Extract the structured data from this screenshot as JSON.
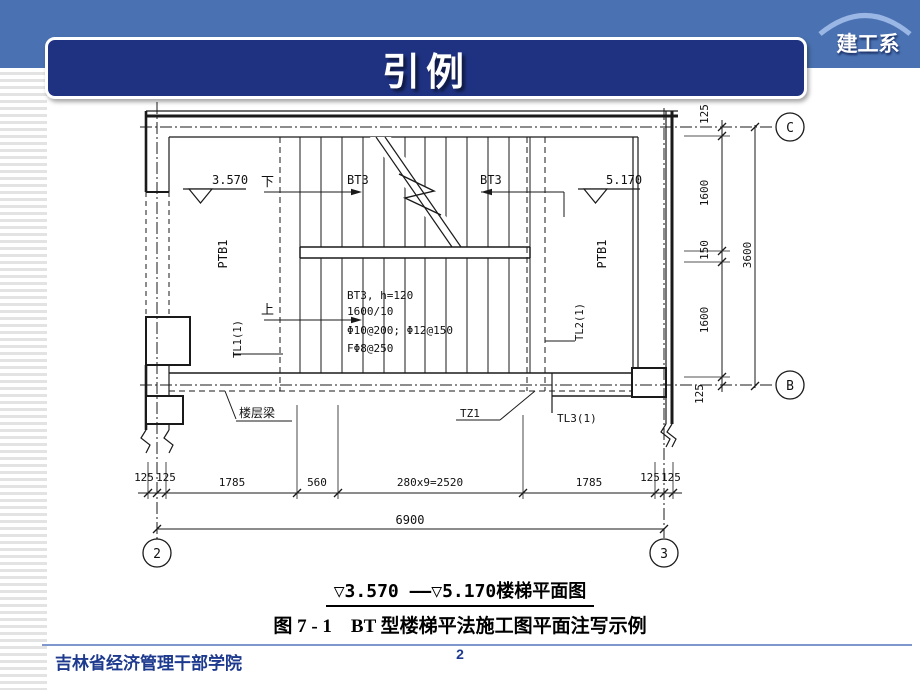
{
  "header": {
    "title": "引例",
    "department": "建工系"
  },
  "drawing": {
    "elevation_left": "3.570",
    "elevation_right": "5.170",
    "direction_down": "下",
    "direction_up": "上",
    "flight_label_left": "BT3",
    "flight_label_right": "BT3",
    "platform_left": "PTB1",
    "platform_right": "PTB1",
    "beam_tl1": "TL1(1)",
    "beam_tl2": "TL2(1)",
    "beam_tl3": "TL3(1)",
    "column": "TZ1",
    "floor_beam": "楼层梁",
    "notes": [
      "BT3, h=120",
      "1600/10",
      "Φ10@200; Φ12@150",
      "FΦ8@250"
    ],
    "grid_labels": {
      "c": "C",
      "b": "B",
      "g2": "2",
      "g3": "3"
    },
    "dims_right": [
      "125",
      "1600",
      "150",
      "1600",
      "125"
    ],
    "dim_right_total": "3600",
    "dims_bottom": [
      "125",
      "125",
      "1785",
      "560",
      "280x9=2520",
      "1785",
      "125",
      "125"
    ],
    "dim_bottom_total": "6900"
  },
  "caption": {
    "line1": "▽3.570 ——▽5.170楼梯平面图",
    "line2": "图 7 - 1　BT 型楼梯平法施工图平面注写示例"
  },
  "footer": {
    "organization": "吉林省经济管理干部学院",
    "page_number": "2"
  },
  "colors": {
    "band_blue": "#4a72b2",
    "title_navy": "#1f3282",
    "footer_blue": "#1d3a8e"
  }
}
